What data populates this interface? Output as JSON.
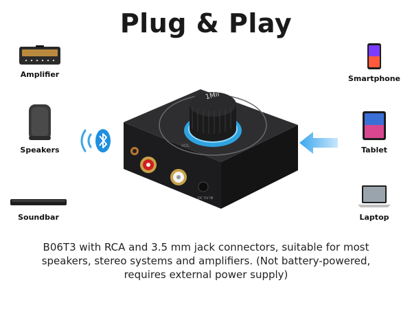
{
  "title": "Plug & Play",
  "left_devices": [
    {
      "label": "Amplifier",
      "icon": "amplifier-icon"
    },
    {
      "label": "Speakers",
      "icon": "speaker-icon"
    },
    {
      "label": "Soundbar",
      "icon": "soundbar-icon"
    }
  ],
  "right_devices": [
    {
      "label": "Smartphone",
      "icon": "smartphone-icon"
    },
    {
      "label": "Tablet",
      "icon": "tablet-icon"
    },
    {
      "label": "Laptop",
      "icon": "laptop-icon"
    }
  ],
  "product": {
    "brand_mark": "1Mii",
    "knob_label": "VOL",
    "port_label": "DC 5V IN",
    "glow_color": "#2fb6ff"
  },
  "bluetooth_icon": "bluetooth-icon",
  "arrow_color": "#5bbcf2",
  "caption": "B06T3 with RCA and 3.5 mm jack connectors, suitable for most speakers, stereo systems and amplifiers. (Not battery-powered, requires external power supply)"
}
